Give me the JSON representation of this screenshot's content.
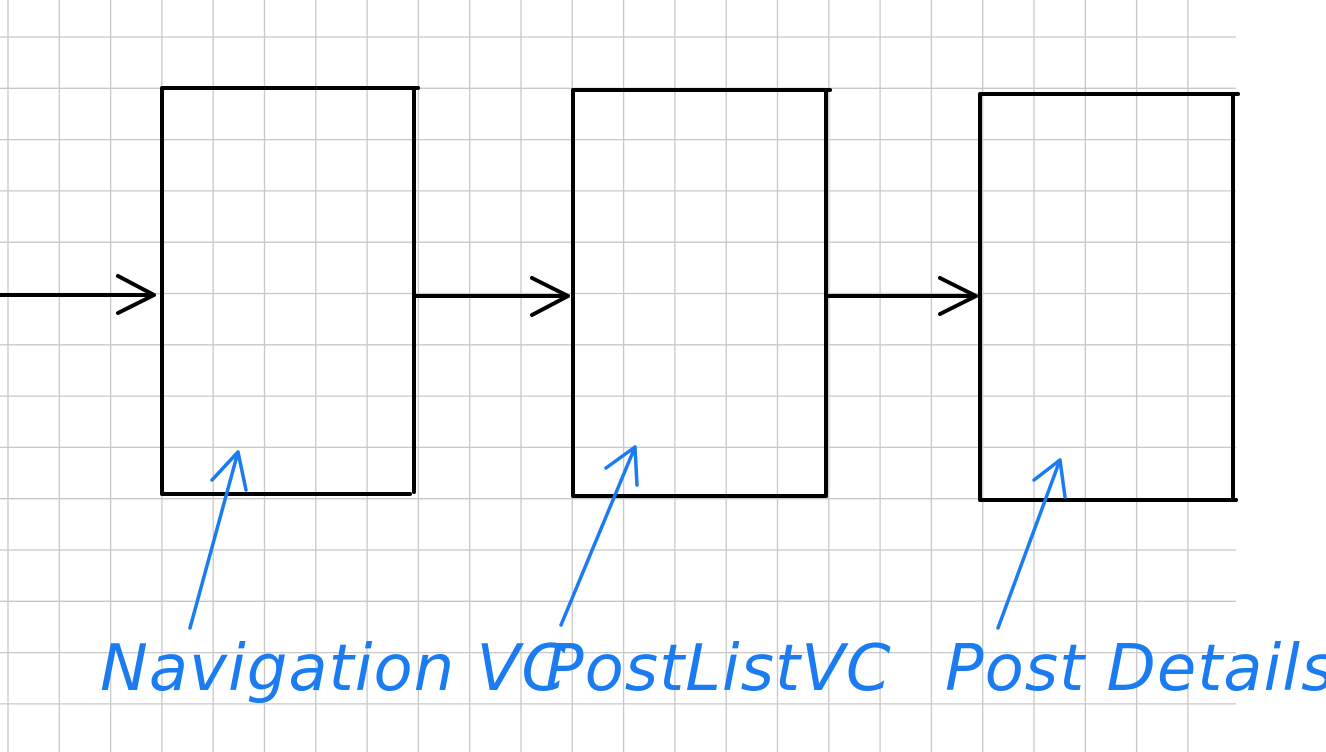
{
  "colors": {
    "background": "#ffffff",
    "grid": "#c8c8c8",
    "ink": "#000000",
    "annotation": "#1a7cf0"
  },
  "labels": {
    "navigation": "Navigation VC",
    "postlist": "PostListVC",
    "postdetails": "Post Details"
  }
}
